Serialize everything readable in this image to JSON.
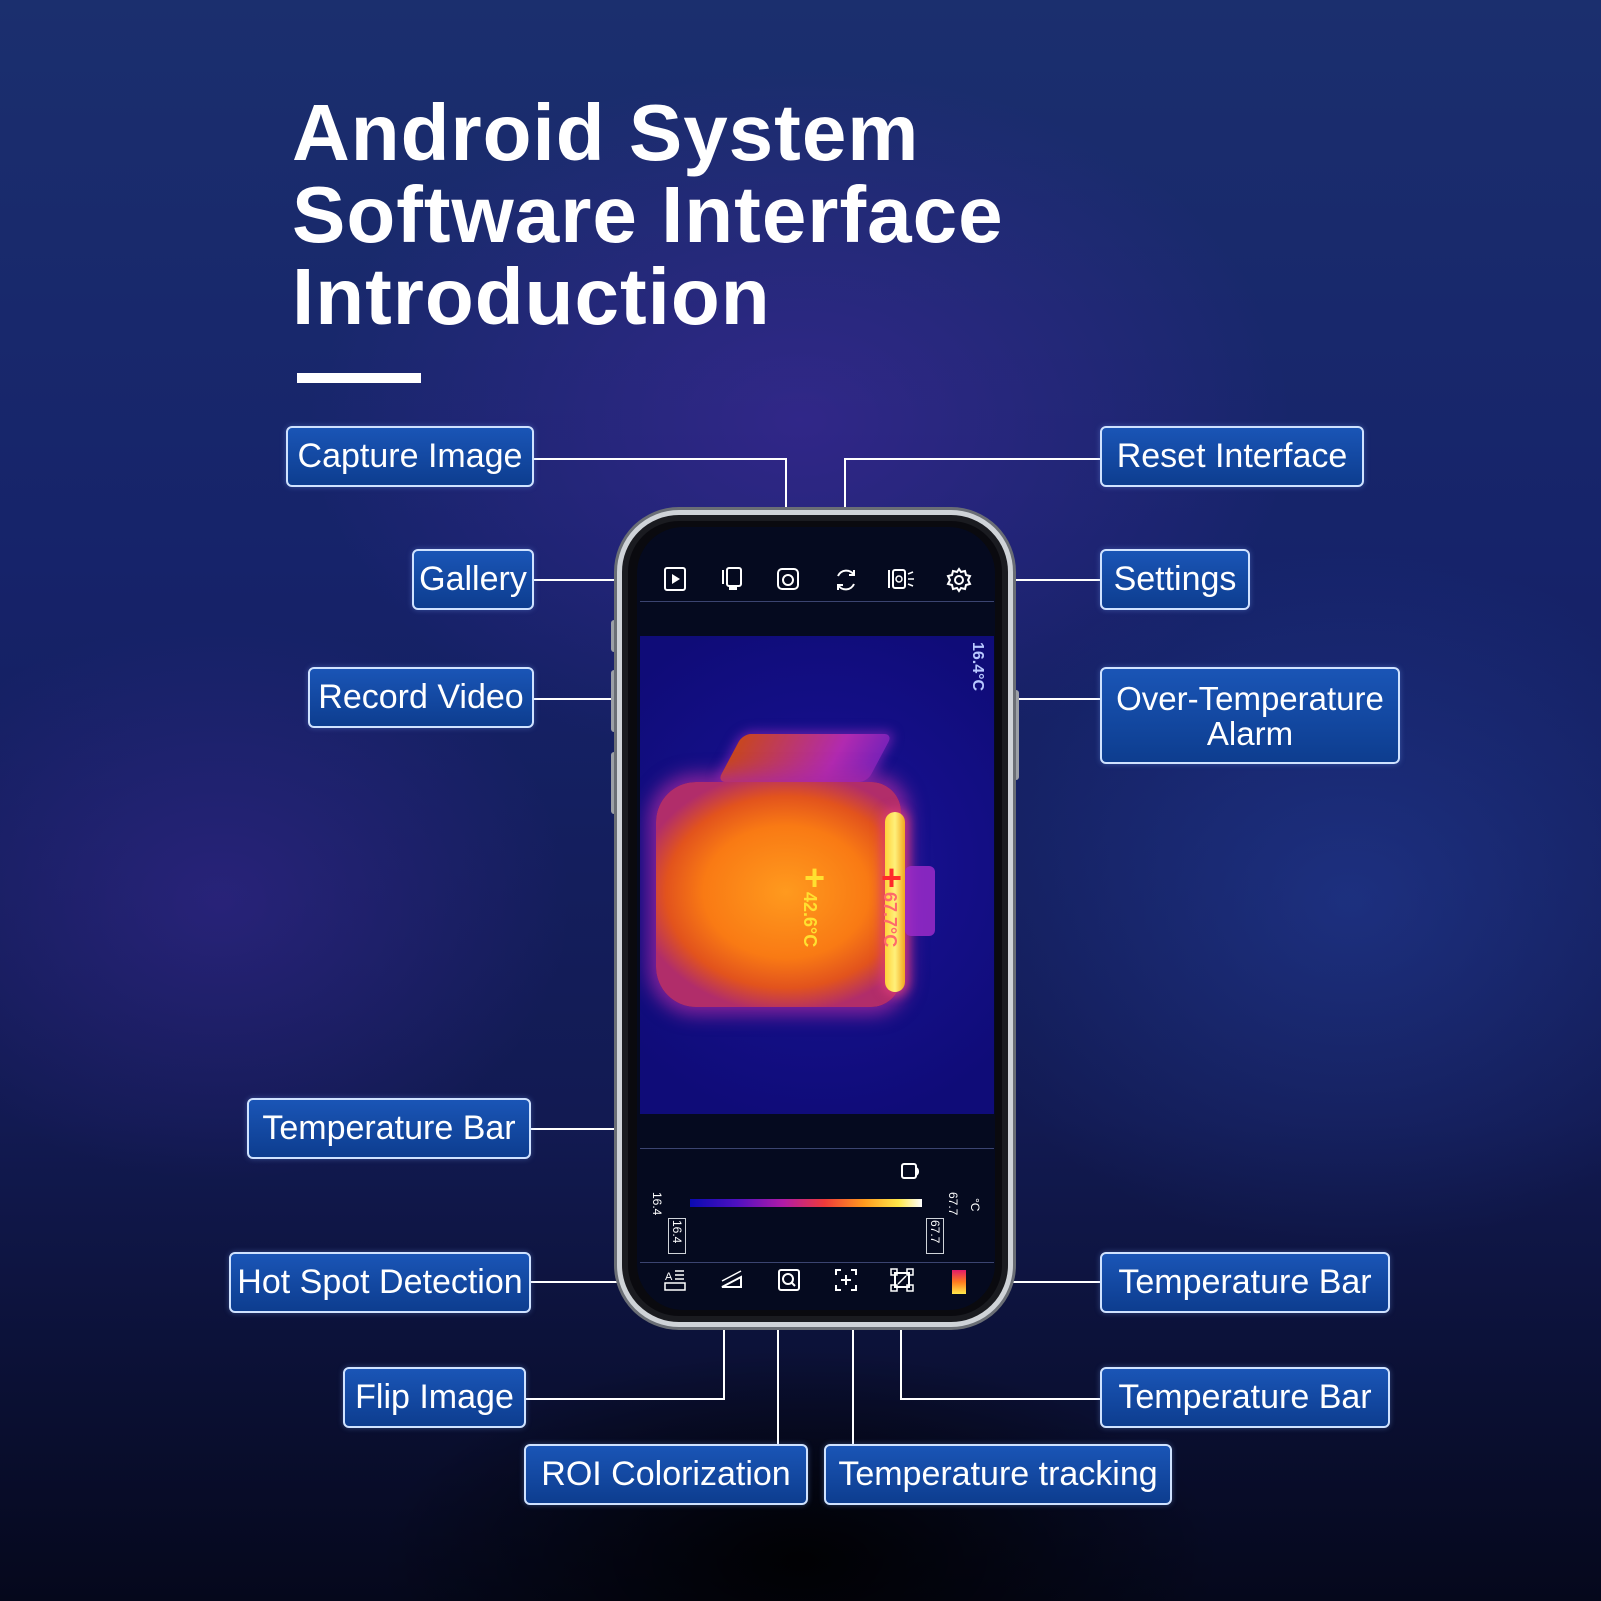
{
  "title": {
    "line1": "Android System",
    "line2": "Software Interface",
    "line3": "Introduction"
  },
  "labels": {
    "capture_image": "Capture Image",
    "gallery": "Gallery",
    "record_video": "Record Video",
    "temperature_bar_left": "Temperature Bar",
    "hot_spot_detection": "Hot Spot Detection",
    "flip_image": "Flip Image",
    "roi_colorization": "ROI Colorization",
    "temperature_tracking": "Temperature tracking",
    "reset_interface": "Reset Interface",
    "settings": "Settings",
    "over_temperature_alarm_line1": "Over-Temperature",
    "over_temperature_alarm_line2": "Alarm",
    "temperature_bar_right_1": "Temperature Bar",
    "temperature_bar_right_2": "Temperature Bar"
  },
  "screen": {
    "corner_temp": "16.4°C",
    "center_temp": "42.6°C",
    "max_temp": "67.7°C",
    "scale_min": "16.4",
    "scale_max": "67.7",
    "scale_unit": "°C",
    "tag_min": "16.4",
    "tag_max": "67.7"
  },
  "icons": {
    "top": [
      "gallery-icon",
      "record-video-icon",
      "capture-image-icon",
      "reset-icon",
      "alarm-icon",
      "settings-icon"
    ],
    "bottom": [
      "hot-spot-icon",
      "flip-icon",
      "roi-icon",
      "tracking-icon",
      "temperature-bar-icon",
      "palette-icon"
    ]
  },
  "colors": {
    "label_fill": "#0d3d8f",
    "label_border": "#cfe2ff",
    "hot": "#ff9a1e",
    "cold": "#150f8a"
  }
}
